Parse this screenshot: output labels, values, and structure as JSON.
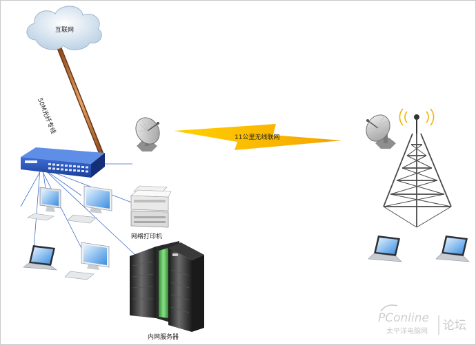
{
  "labels": {
    "internet": "互联网",
    "fiber": "50M光纤专线",
    "wireless": "11公里无线联网",
    "printer": "网络打印机",
    "server": "内网服务器"
  },
  "watermark": {
    "brand": "PConline",
    "sub": "太平洋电脑网",
    "forum": "论坛"
  },
  "icons": {
    "cloud": "cloud-icon",
    "switch": "network-switch-icon",
    "dish": "satellite-dish-icon",
    "tower": "radio-tower-icon",
    "desktop": "desktop-computer-icon",
    "laptop": "laptop-icon",
    "printer": "printer-icon",
    "server": "server-rack-icon"
  }
}
